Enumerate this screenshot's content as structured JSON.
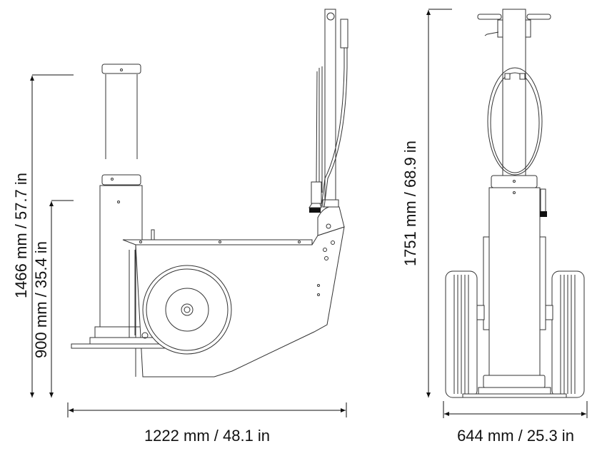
{
  "dimensions": {
    "max_height": "1466 mm / 57.7 in",
    "min_height": "900 mm / 35.4 in",
    "side_length": "1222 mm / 48.1 in",
    "front_height": "1751 mm / 68.9 in",
    "front_width": "644 mm / 25.3 in"
  }
}
